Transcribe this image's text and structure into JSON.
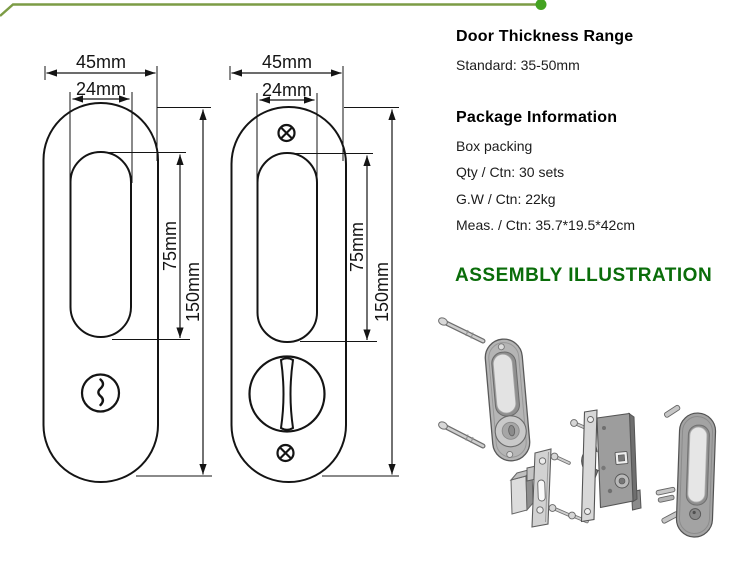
{
  "header": {
    "accent_line_color": "#7c9c45",
    "accent_dot_color": "#44a321"
  },
  "specs": {
    "door_thickness": {
      "title": "Door Thickness Range",
      "value": "Standard: 35-50mm"
    },
    "package": {
      "title": "Package Information",
      "lines": [
        "Box packing",
        "Qty / Ctn: 30 sets",
        "G.W / Ctn: 22kg",
        "Meas. / Ctn: 35.7*19.5*42cm"
      ]
    },
    "assembly": {
      "title": "ASSEMBLY ILLUSTRATION",
      "title_color": "#0a6d0a"
    }
  },
  "drawings": {
    "ink_color": "#141414",
    "outside_plate": {
      "width_outer": "45mm",
      "width_inner": "24mm",
      "height_inner": "75mm",
      "height_outer": "150mm"
    },
    "inside_plate": {
      "width_outer": "45mm",
      "width_inner": "24mm",
      "height_inner": "75mm",
      "height_outer": "150mm"
    }
  }
}
